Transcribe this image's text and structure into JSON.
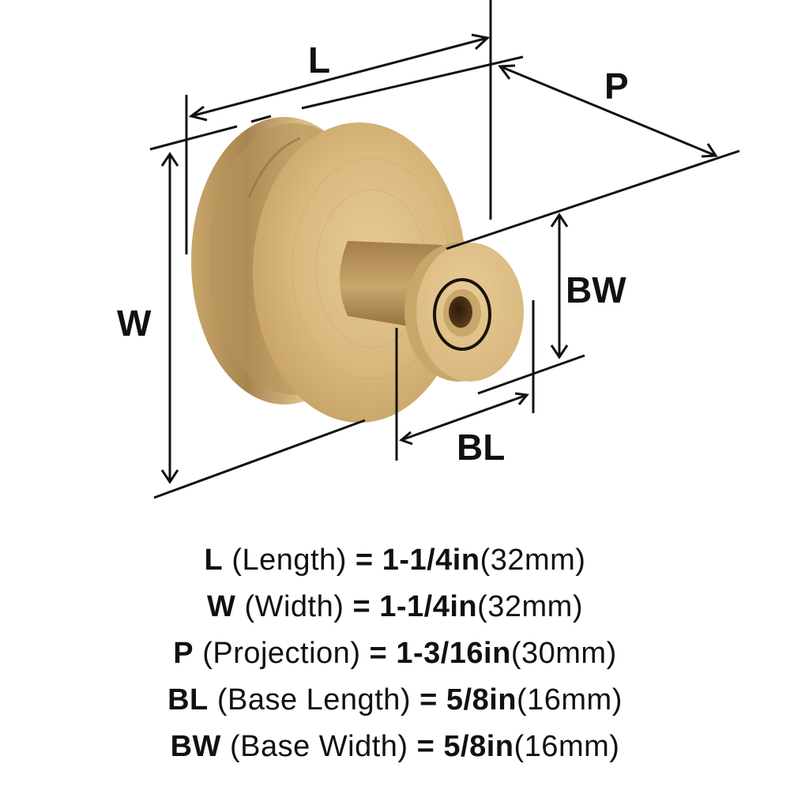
{
  "diagram": {
    "labels": {
      "L": "L",
      "P": "P",
      "W": "W",
      "BW": "BW",
      "BL": "BL"
    },
    "product": "brass-cabinet-knob",
    "colors": {
      "brass_light": "#e2c48e",
      "brass_mid": "#d3b073",
      "brass_dark": "#9c7a45",
      "line": "#111111"
    }
  },
  "specs": [
    {
      "code": "L",
      "name": "(Length)",
      "eq": "=",
      "inch": "1-1/4in",
      "mm": "(32mm)"
    },
    {
      "code": "W",
      "name": "(Width)",
      "eq": "=",
      "inch": "1-1/4in",
      "mm": "(32mm)"
    },
    {
      "code": "P",
      "name": "(Projection)",
      "eq": "=",
      "inch": "1-3/16in",
      "mm": "(30mm)"
    },
    {
      "code": "BL",
      "name": "(Base Length)",
      "eq": "=",
      "inch": "5/8in",
      "mm": "(16mm)"
    },
    {
      "code": "BW",
      "name": "(Base Width)",
      "eq": "=",
      "inch": "5/8in",
      "mm": "(16mm)"
    }
  ]
}
